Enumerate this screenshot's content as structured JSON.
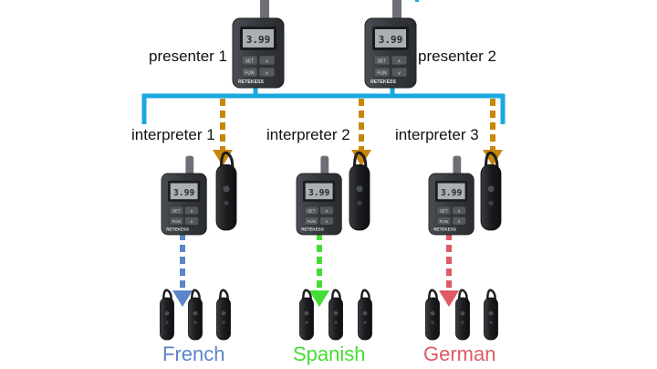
{
  "presenters": [
    {
      "label": "presenter 1",
      "display": "3.99"
    },
    {
      "label": "presenter 2",
      "display": "3.99"
    }
  ],
  "interpreters": [
    {
      "label": "interpreter 1",
      "display": "3.99",
      "language": "French",
      "color": "#5b86c8"
    },
    {
      "label": "interpreter 2",
      "display": "3.99",
      "language": "Spanish",
      "color": "#44dd33"
    },
    {
      "label": "interpreter 3",
      "display": "3.99",
      "language": "German",
      "color": "#dd5a66"
    }
  ],
  "device": {
    "brand": "RETEKESS",
    "btn_set": "SET",
    "btn_fun": "FUN",
    "btn_up": "∧",
    "btn_down": "∨"
  },
  "colors": {
    "bus_line": "#1aa7df",
    "presenter_arrow": "#c8860a",
    "device_body": "#3a3d42",
    "lcd": "#a9b0b3"
  }
}
